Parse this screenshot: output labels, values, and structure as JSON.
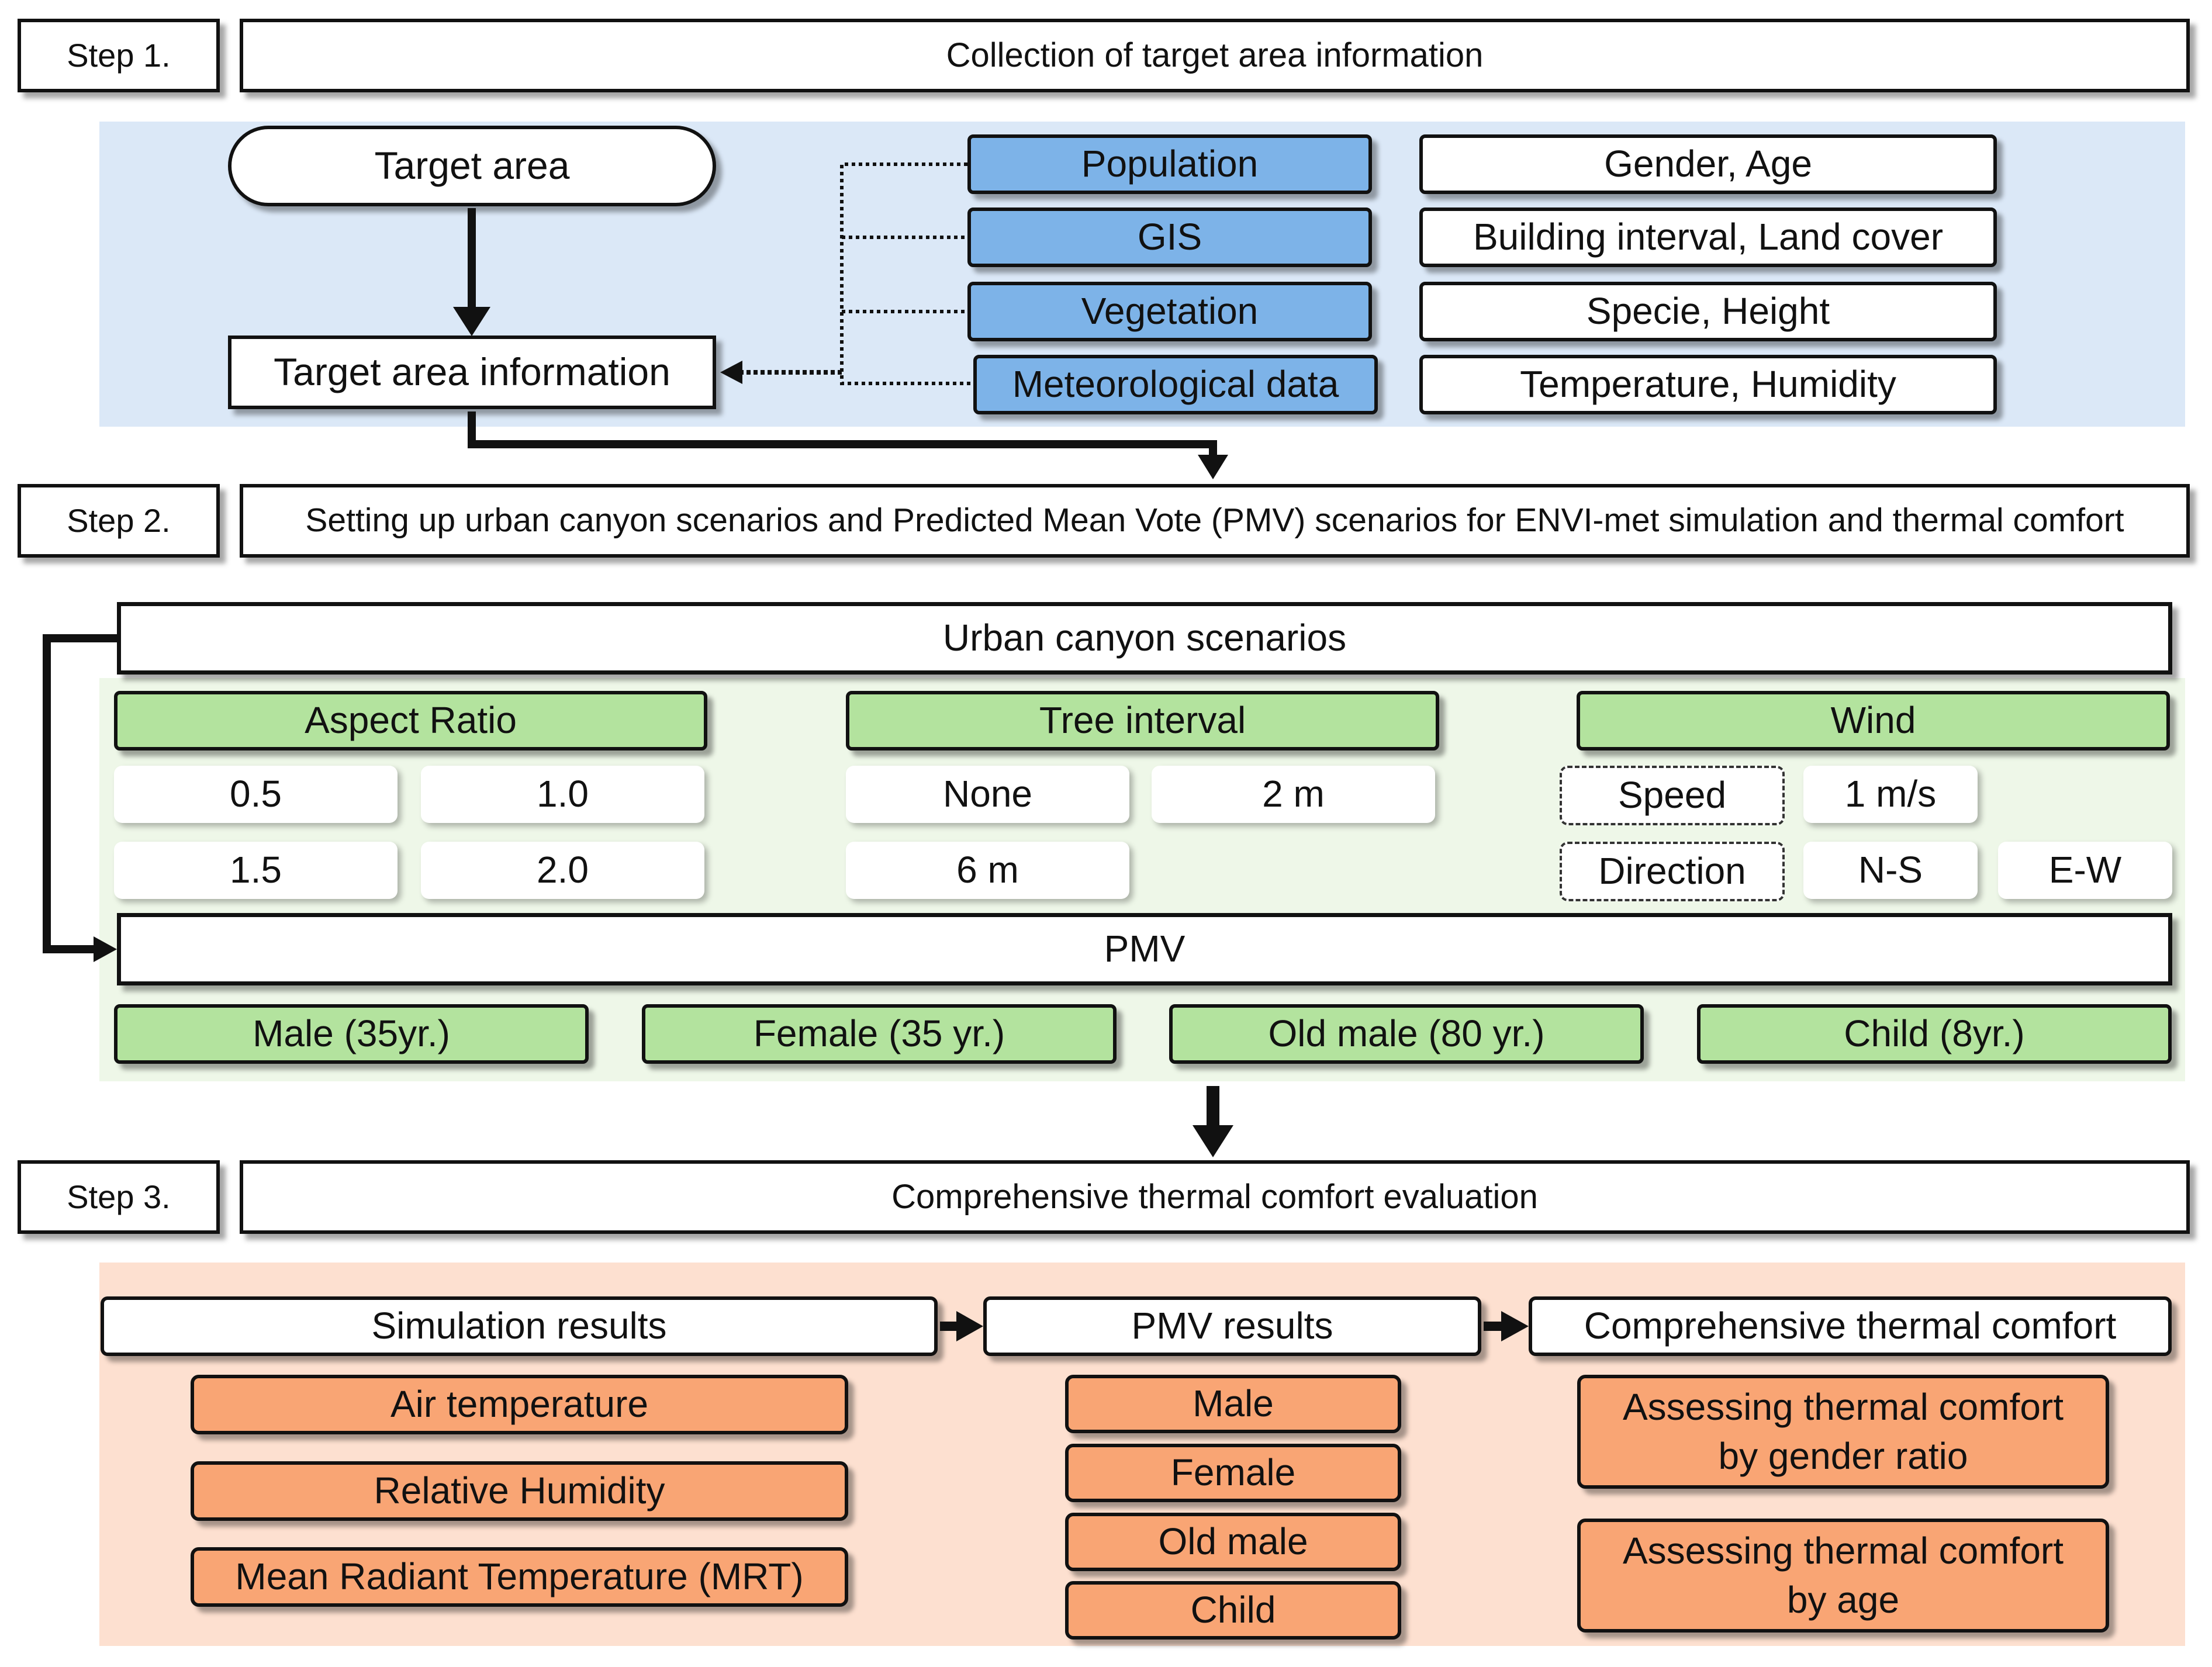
{
  "colors": {
    "step1_bg": "#dbe8f7",
    "step2_bg": "#eef7e8",
    "step3_bg": "#fde0d0",
    "blue_box": "#7db3e8",
    "green_box": "#b3e39e",
    "orange_box": "#f9a574"
  },
  "step1": {
    "label": "Step 1.",
    "title": "Collection of target area information",
    "target_area": "Target area",
    "target_area_info": "Target area information",
    "sources": [
      {
        "name": "Population",
        "detail": "Gender, Age"
      },
      {
        "name": "GIS",
        "detail": "Building interval, Land cover"
      },
      {
        "name": "Vegetation",
        "detail": "Specie, Height"
      },
      {
        "name": "Meteorological data",
        "detail": "Temperature, Humidity"
      }
    ]
  },
  "step2": {
    "label": "Step 2.",
    "title": "Setting up urban canyon scenarios and Predicted Mean Vote (PMV) scenarios for ENVI-met simulation and thermal comfort",
    "urban_canyon": "Urban canyon scenarios",
    "aspect_ratio": {
      "label": "Aspect Ratio",
      "values": [
        "0.5",
        "1.0",
        "1.5",
        "2.0"
      ]
    },
    "tree_interval": {
      "label": "Tree interval",
      "values": [
        "None",
        "2 m",
        "6 m"
      ]
    },
    "wind": {
      "label": "Wind",
      "speed_label": "Speed",
      "speed_value": "1 m/s",
      "direction_label": "Direction",
      "directions": [
        "N-S",
        "E-W"
      ]
    },
    "pmv": "PMV",
    "persons": [
      "Male (35yr.)",
      "Female (35 yr.)",
      "Old male (80 yr.)",
      "Child (8yr.)"
    ]
  },
  "step3": {
    "label": "Step 3.",
    "title": "Comprehensive thermal comfort evaluation",
    "simulation_results": {
      "label": "Simulation results",
      "items": [
        "Air temperature",
        "Relative Humidity",
        "Mean Radiant Temperature (MRT)"
      ]
    },
    "pmv_results": {
      "label": "PMV results",
      "items": [
        "Male",
        "Female",
        "Old male",
        "Child"
      ]
    },
    "comprehensive": {
      "label": "Comprehensive thermal comfort",
      "items": [
        {
          "line1": "Assessing thermal comfort",
          "line2": "by gender ratio"
        },
        {
          "line1": "Assessing thermal comfort",
          "line2": "by age"
        }
      ]
    }
  }
}
